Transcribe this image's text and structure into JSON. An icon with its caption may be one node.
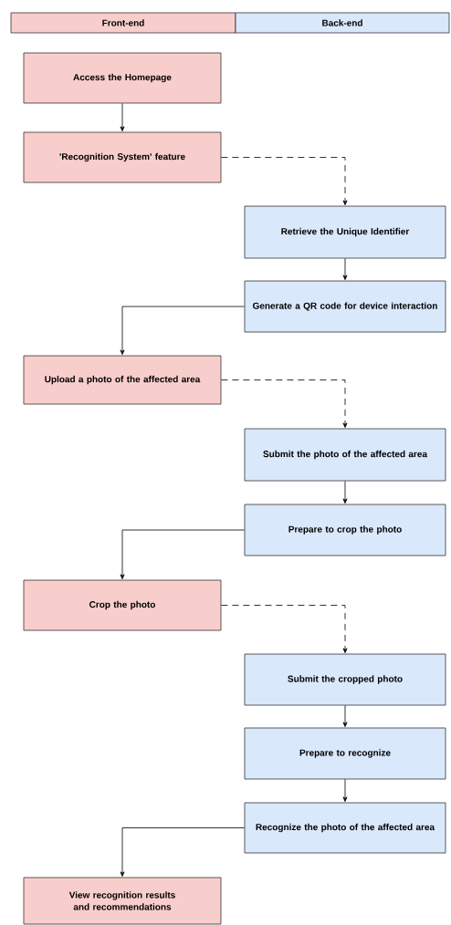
{
  "diagram": {
    "nodes": [
      {
        "text": [
          "Front-end"
        ]
      },
      {
        "text": [
          "Back-end"
        ]
      },
      {
        "text": [
          "Access the Homepage"
        ]
      },
      {
        "text": [
          "'Recognition System' feature"
        ]
      },
      {
        "text": [
          "Retrieve the Unique Identifier"
        ]
      },
      {
        "text": [
          "Generate a QR code for device interaction"
        ]
      },
      {
        "text": [
          "Upload a photo of the affected area"
        ]
      },
      {
        "text": [
          "Submit the photo of the affected area"
        ]
      },
      {
        "text": [
          "Prepare to crop the photo"
        ]
      },
      {
        "text": [
          "Crop the photo"
        ]
      },
      {
        "text": [
          "Submit the cropped photo"
        ]
      },
      {
        "text": [
          "Prepare to recognize"
        ]
      },
      {
        "text": [
          "Recognize the photo of the affected area"
        ]
      },
      {
        "text": [
          "View recognition results and recommendations"
        ]
      }
    ],
    "edges": [
      {
        "from": 2,
        "to": 3,
        "arrow": "to"
      },
      {
        "from": 3,
        "to": 4,
        "arrow": "to",
        "style": "dashed"
      },
      {
        "from": 4,
        "to": 5,
        "arrow": "to"
      },
      {
        "from": 5,
        "to": 6,
        "arrow": "to"
      },
      {
        "from": 6,
        "to": 7,
        "arrow": "to",
        "style": "dashed"
      },
      {
        "from": 7,
        "to": 8,
        "arrow": "to"
      },
      {
        "from": 8,
        "to": 9,
        "arrow": "to"
      },
      {
        "from": 9,
        "to": 10,
        "arrow": "to",
        "style": "dashed"
      },
      {
        "from": 10,
        "to": 11,
        "arrow": "to"
      },
      {
        "from": 11,
        "to": 12,
        "arrow": "to"
      },
      {
        "from": 12,
        "to": 13,
        "arrow": "to"
      }
    ]
  }
}
